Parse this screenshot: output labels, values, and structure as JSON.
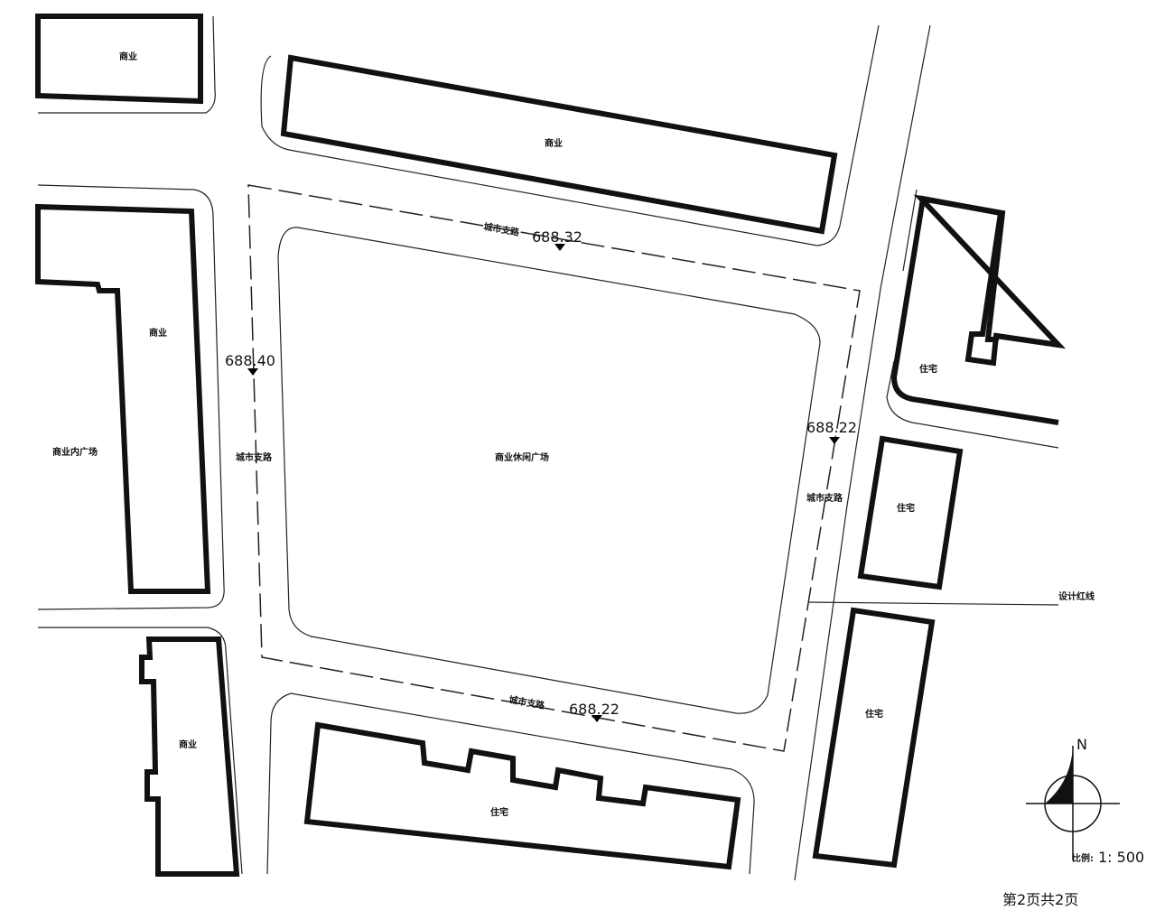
{
  "buildings": {
    "commercial_top_left": "商业",
    "commercial_top_center": "商业",
    "commercial_left": "商业",
    "commercial_inner_plaza": "商业内广场",
    "commercial_bottom_left": "商业",
    "residential_right_top": "住宅",
    "residential_right_middle": "住宅",
    "residential_right_bottom": "住宅",
    "residential_bottom": "住宅"
  },
  "site": {
    "name": "商业休闲广场",
    "red_line_label": "设计红线"
  },
  "roads": {
    "north": "城市支路",
    "west": "城市支路",
    "east": "城市支路",
    "south": "城市支路"
  },
  "elevations": {
    "north": "688.32",
    "west": "688.40",
    "east": "688.22",
    "south": "688.22"
  },
  "compass": {
    "north_label": "N"
  },
  "scale": {
    "label": "比例:",
    "value": "1: 500"
  },
  "page": {
    "label": "第2页共2页"
  }
}
